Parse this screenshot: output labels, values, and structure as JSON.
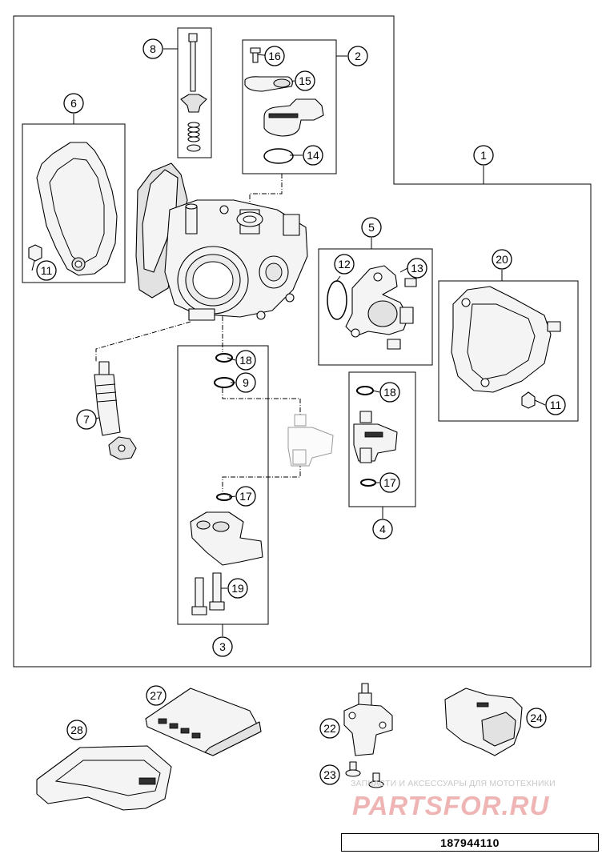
{
  "diagram": {
    "callouts": [
      {
        "id": "c1",
        "label": "1"
      },
      {
        "id": "c2",
        "label": "2"
      },
      {
        "id": "c3",
        "label": "3"
      },
      {
        "id": "c4",
        "label": "4"
      },
      {
        "id": "c5",
        "label": "5"
      },
      {
        "id": "c6",
        "label": "6"
      },
      {
        "id": "c7",
        "label": "7"
      },
      {
        "id": "c8",
        "label": "8"
      },
      {
        "id": "c9",
        "label": "9"
      },
      {
        "id": "c11a",
        "label": "11"
      },
      {
        "id": "c11b",
        "label": "11"
      },
      {
        "id": "c12",
        "label": "12"
      },
      {
        "id": "c13",
        "label": "13"
      },
      {
        "id": "c14",
        "label": "14"
      },
      {
        "id": "c15",
        "label": "15"
      },
      {
        "id": "c16",
        "label": "16"
      },
      {
        "id": "c17a",
        "label": "17"
      },
      {
        "id": "c17b",
        "label": "17"
      },
      {
        "id": "c18a",
        "label": "18"
      },
      {
        "id": "c18b",
        "label": "18"
      },
      {
        "id": "c19",
        "label": "19"
      },
      {
        "id": "c20",
        "label": "20"
      },
      {
        "id": "c22",
        "label": "22"
      },
      {
        "id": "c23",
        "label": "23"
      },
      {
        "id": "c24",
        "label": "24"
      },
      {
        "id": "c27",
        "label": "27"
      },
      {
        "id": "c28",
        "label": "28"
      }
    ],
    "part_number": "187944110"
  },
  "watermark": {
    "caption": "ЗАПЧАСТИ И АКСЕССУАРЫ ДЛЯ МОТОТЕХНИКИ",
    "logo": "PARTSFOR.RU",
    "logo_color": "#d63c3c"
  },
  "colors": {
    "line": "#000000",
    "part_fill": "#f4f4f4",
    "background": "#ffffff"
  }
}
